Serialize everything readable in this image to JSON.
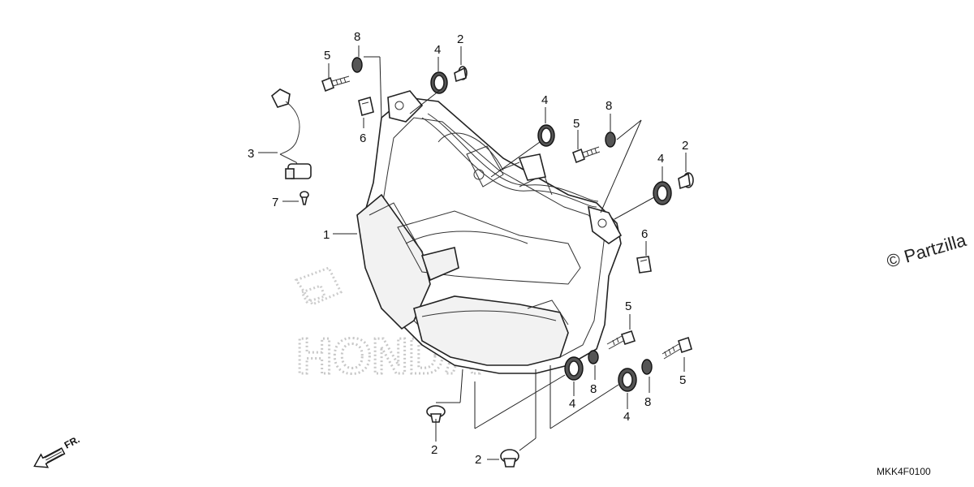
{
  "diagram": {
    "part_labels": [
      {
        "id": "label-1",
        "number": "1"
      },
      {
        "id": "label-2",
        "number": "2"
      },
      {
        "id": "label-3",
        "number": "3"
      },
      {
        "id": "label-4",
        "number": "4"
      },
      {
        "id": "label-5",
        "number": "5"
      },
      {
        "id": "label-6",
        "number": "6"
      },
      {
        "id": "label-7",
        "number": "7"
      },
      {
        "id": "label-8",
        "number": "8"
      }
    ],
    "copyright": "© Partzilla",
    "diagram_code": "MKK4F0100",
    "front_indicator": "FR.",
    "watermark": "HONDA"
  }
}
